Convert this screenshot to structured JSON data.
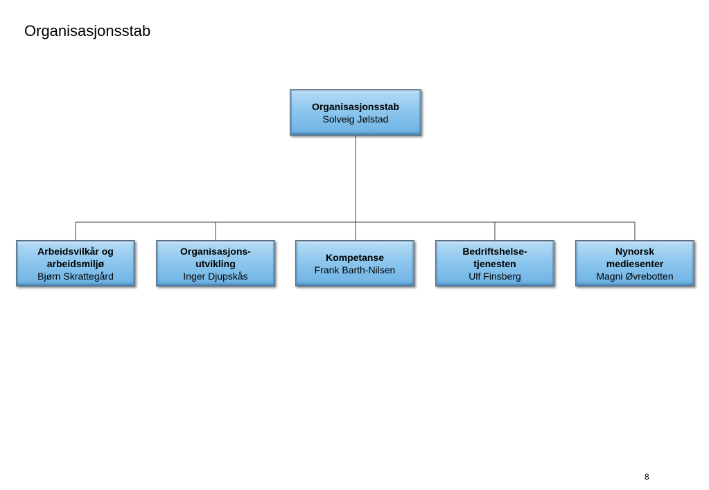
{
  "slide": {
    "title": "Organisasjonsstab",
    "page_number": "8"
  },
  "org_chart": {
    "root": {
      "name": "Organisasjonsstab",
      "person": "Solveig Jølstad"
    },
    "children": [
      {
        "name_line1": "Arbeidsvilkår og",
        "name_line2": "arbeidsmiljø",
        "person": "Bjørn Skrattegård"
      },
      {
        "name_line1": "Organisasjons-",
        "name_line2": "utvikling",
        "person": "Inger Djupskås"
      },
      {
        "name_line1": "Kompetanse",
        "name_line2": "",
        "person": "Frank Barth-Nilsen"
      },
      {
        "name_line1": "Bedriftshelse-",
        "name_line2": "tjenesten",
        "person": "Ulf Finsberg"
      },
      {
        "name_line1": "Nynorsk",
        "name_line2": "mediesenter",
        "person": "Magni Øvrebotten"
      }
    ]
  },
  "colors": {
    "box_fill_top": "#b5dcf6",
    "box_fill_bottom": "#6cb2e4",
    "box_border": "#5a6f80",
    "connector": "#404040"
  }
}
